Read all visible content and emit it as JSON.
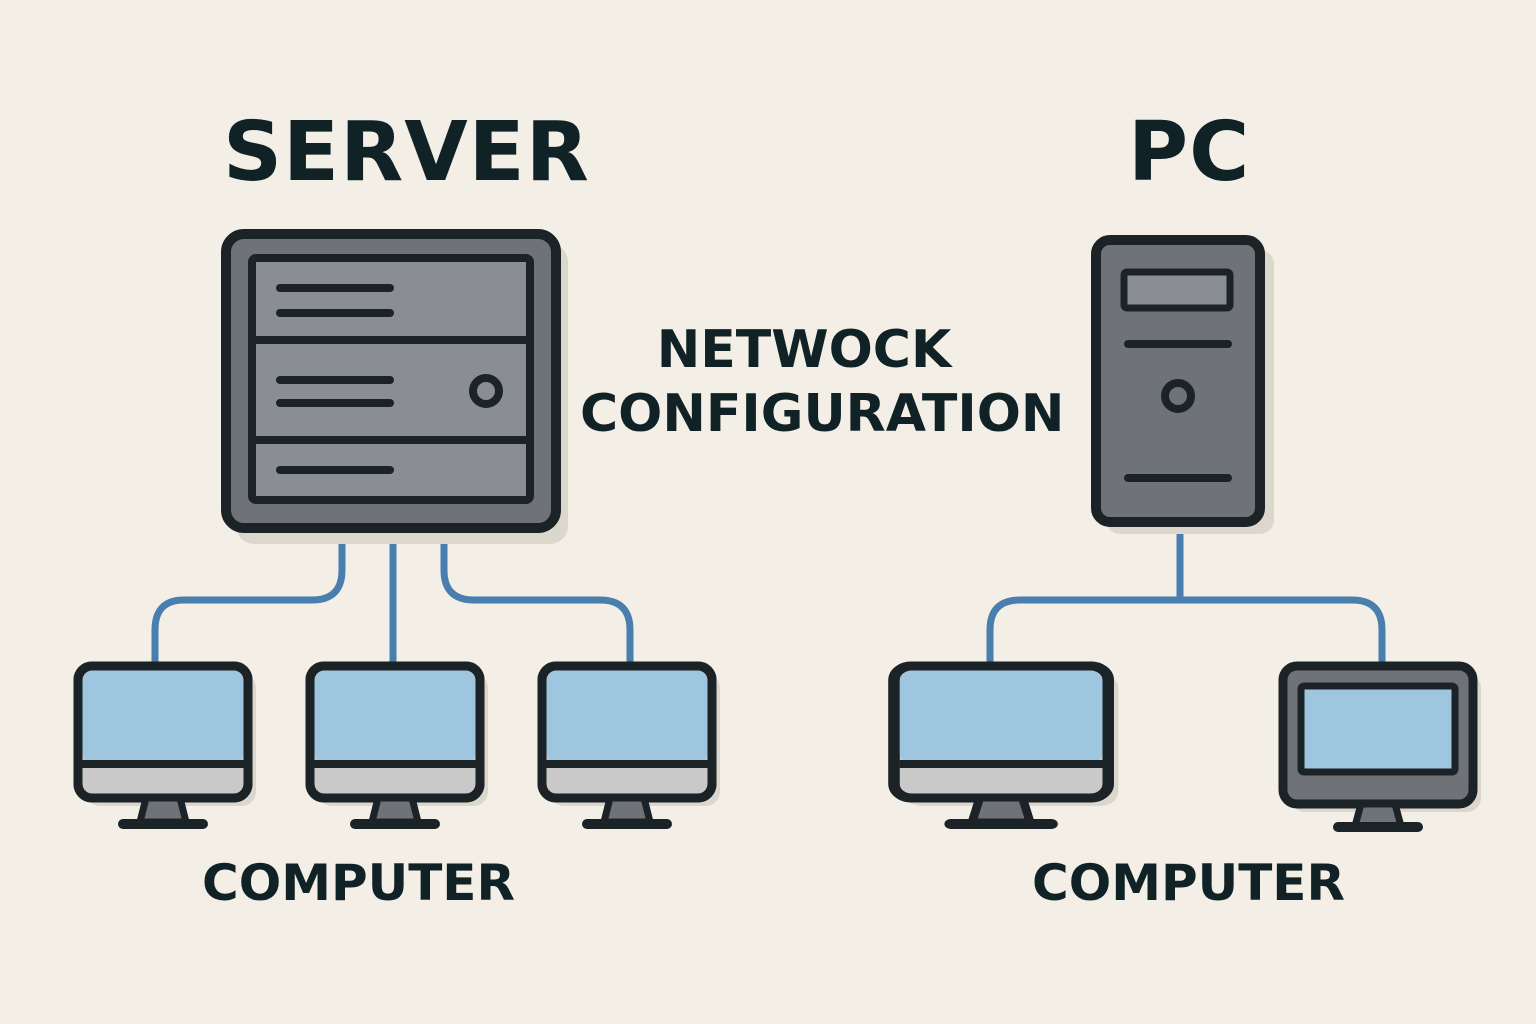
{
  "left_group": {
    "title": "SERVER",
    "caption": "COMPUTER",
    "icon": "server-rack-icon",
    "computers": 3
  },
  "right_group": {
    "title": "PC",
    "caption": "COMPUTER",
    "icon": "pc-tower-icon",
    "computers": 2
  },
  "center_label": {
    "line1": "NETWOCK",
    "line2": "CONFIGURATION"
  },
  "colors": {
    "background": "#f3efe7",
    "outline": "#1b2326",
    "device_gray": "#6f7377",
    "panel_gray": "#8a8e92",
    "screen_blue": "#9ec6de",
    "bezel_gray": "#c9c9c9",
    "cable_blue": "#4a7eae",
    "text": "#102226"
  }
}
